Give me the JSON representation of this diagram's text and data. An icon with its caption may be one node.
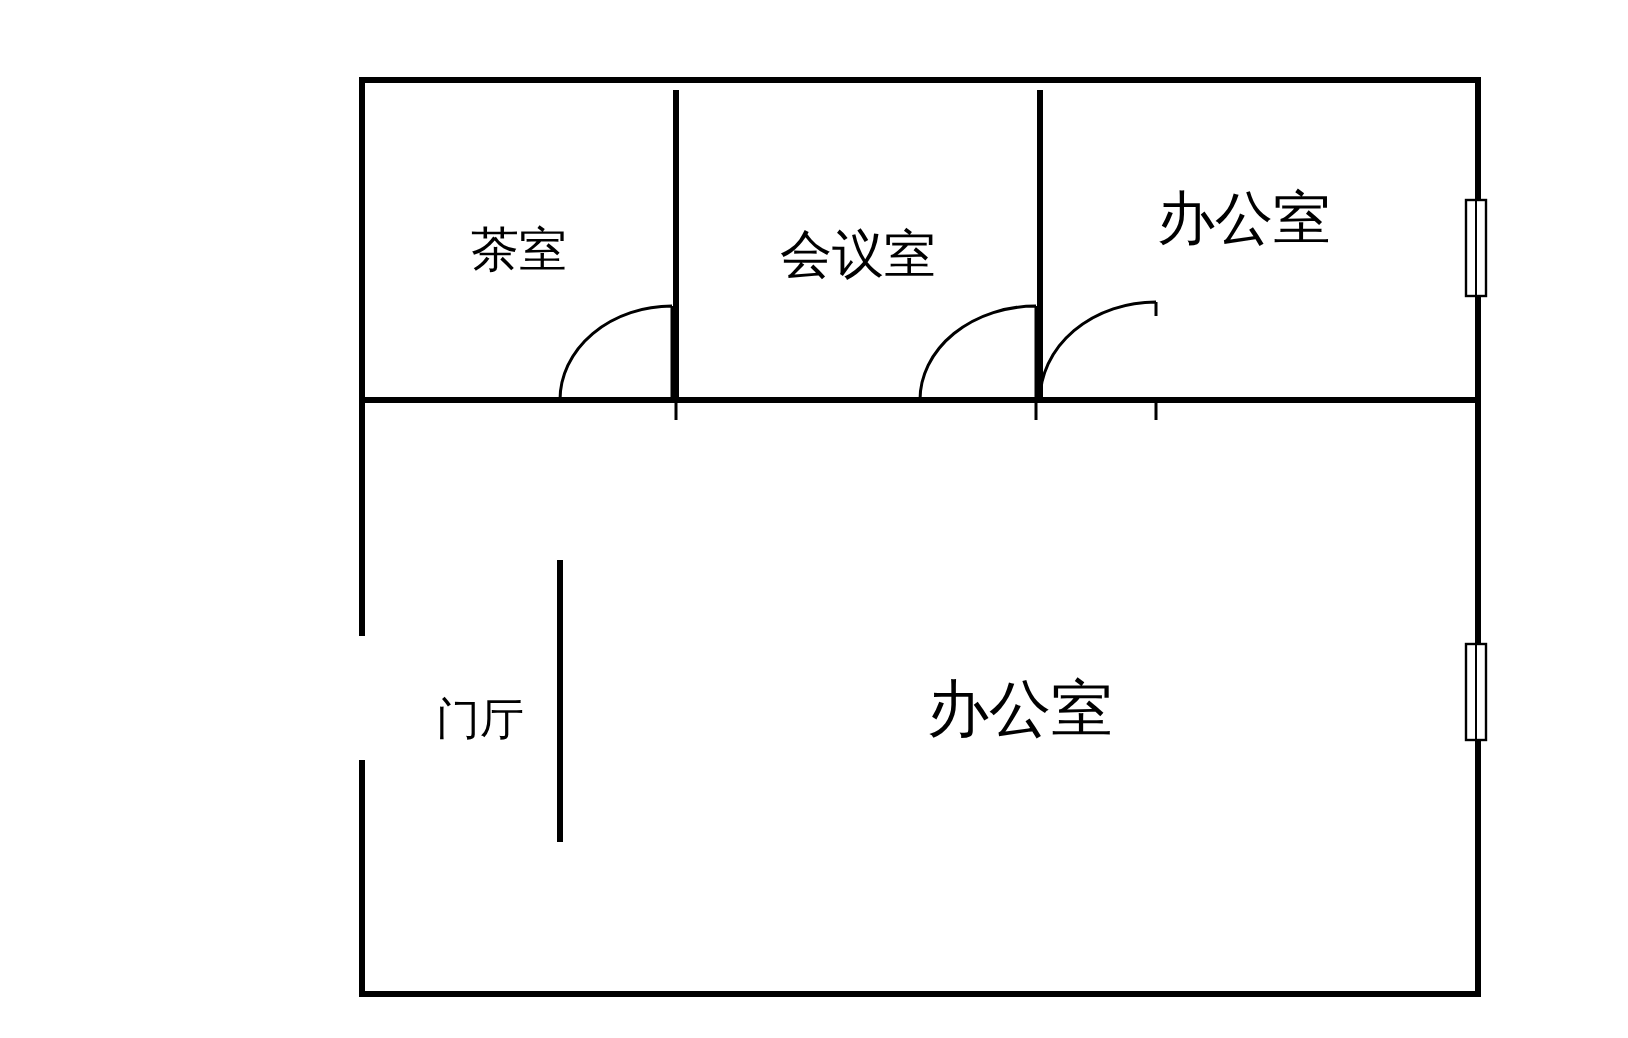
{
  "diagram": {
    "nodes": [
      {
        "text": [
          "茶室"
        ]
      },
      {
        "text": [
          "会议室"
        ]
      },
      {
        "text": [
          "办公室"
        ]
      },
      {
        "text": [
          "门厅"
        ]
      },
      {
        "text": [
          "办公室"
        ]
      }
    ]
  }
}
